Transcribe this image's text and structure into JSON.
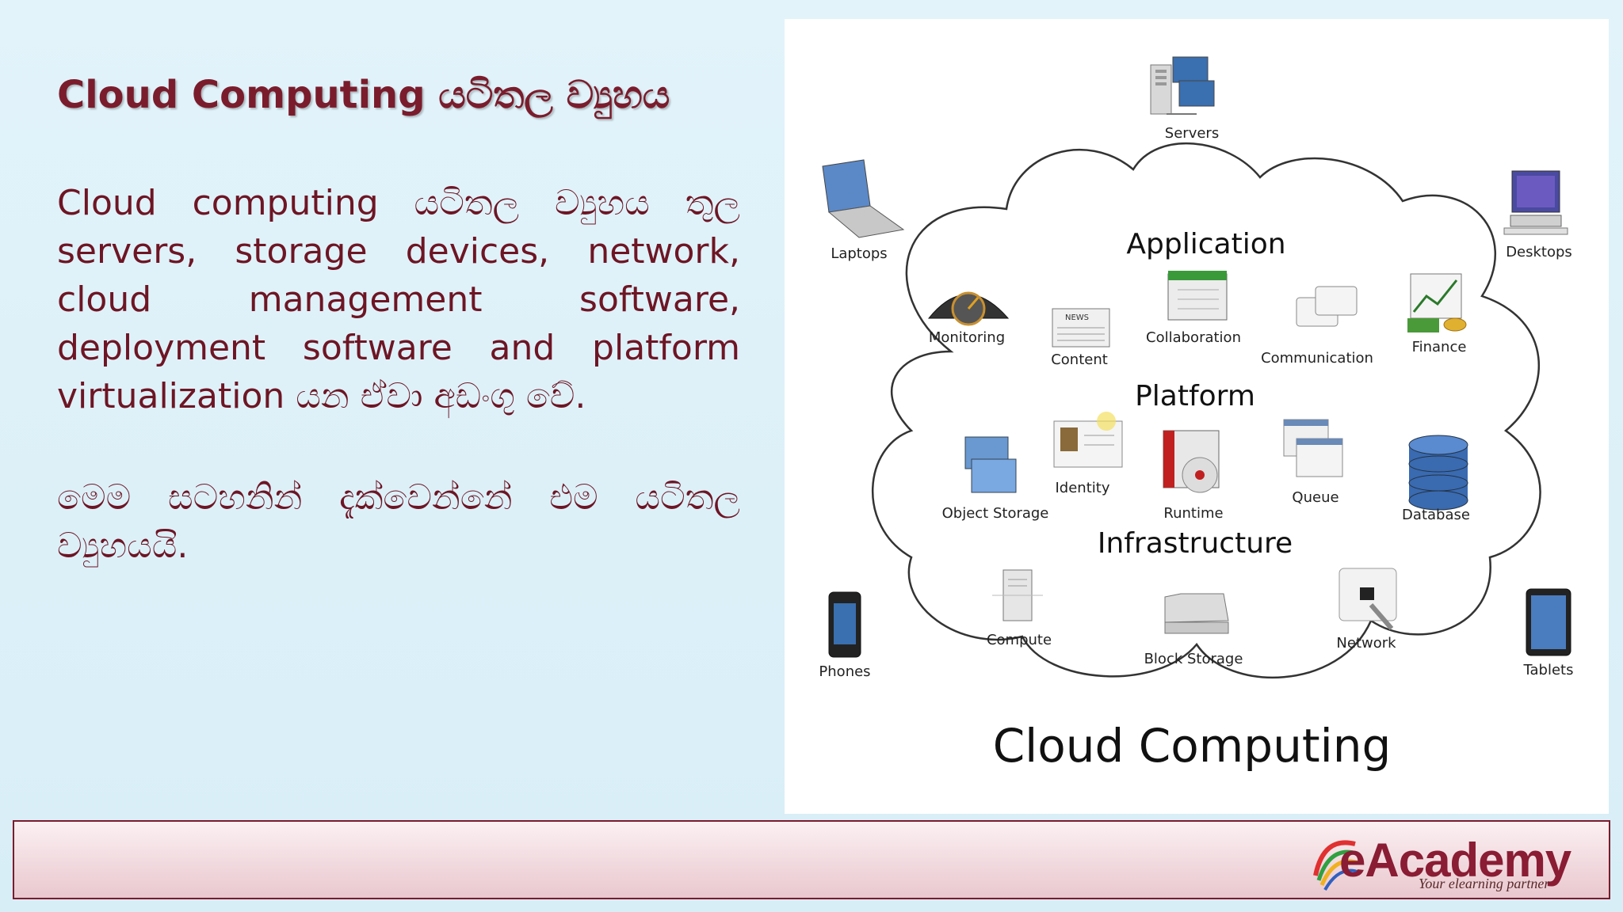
{
  "slide": {
    "title": "Cloud Computing යටිතල ව්‍යුහය",
    "paragraph1": "Cloud computing යටිතල ව්‍යුහය තුල servers, storage devices, network, cloud management software, deployment software and platform virtualization යන ඒවා අඩංගු වේ.",
    "paragraph2": "මෙම සටහනින් දැක්වෙන්නේ එම යටිතල ව්‍යුහයයි."
  },
  "diagram": {
    "caption": "Cloud Computing",
    "layers": {
      "application": "Application",
      "platform": "Platform",
      "infrastructure": "Infrastructure"
    },
    "devices": {
      "servers": "Servers",
      "laptops": "Laptops",
      "desktops": "Desktops",
      "phones": "Phones",
      "tablets": "Tablets"
    },
    "application_items": {
      "monitoring": "Monitoring",
      "content": "Content",
      "collaboration": "Collaboration",
      "communication": "Communication",
      "finance": "Finance"
    },
    "platform_items": {
      "object_storage": "Object Storage",
      "identity": "Identity",
      "runtime": "Runtime",
      "queue": "Queue",
      "database": "Database"
    },
    "infrastructure_items": {
      "compute": "Compute",
      "block_storage": "Block Storage",
      "network": "Network"
    },
    "icons": {
      "servers": "server-rack-icon",
      "laptops": "laptop-icon",
      "desktops": "desktop-monitor-icon",
      "phones": "smartphone-icon",
      "tablets": "tablet-icon",
      "monitoring": "gauge-icon",
      "content": "newspaper-icon",
      "collaboration": "calendar-icon",
      "communication": "chat-bubbles-icon",
      "finance": "money-chart-icon",
      "object_storage": "folders-icon",
      "identity": "id-card-icon",
      "runtime": "cd-player-icon",
      "queue": "window-stack-icon",
      "database": "database-cylinder-icon",
      "compute": "tower-server-icon",
      "block_storage": "hard-drive-icon",
      "network": "network-jack-icon"
    }
  },
  "footer": {
    "logo_text": "eAcademy",
    "logo_tagline": "Your elearning partner"
  },
  "colors": {
    "title": "#7a1c2c",
    "body_text": "#6e1524",
    "background": "#ddf0f8",
    "footer_border": "#7a1c2c",
    "logo": "#8a1c34"
  }
}
